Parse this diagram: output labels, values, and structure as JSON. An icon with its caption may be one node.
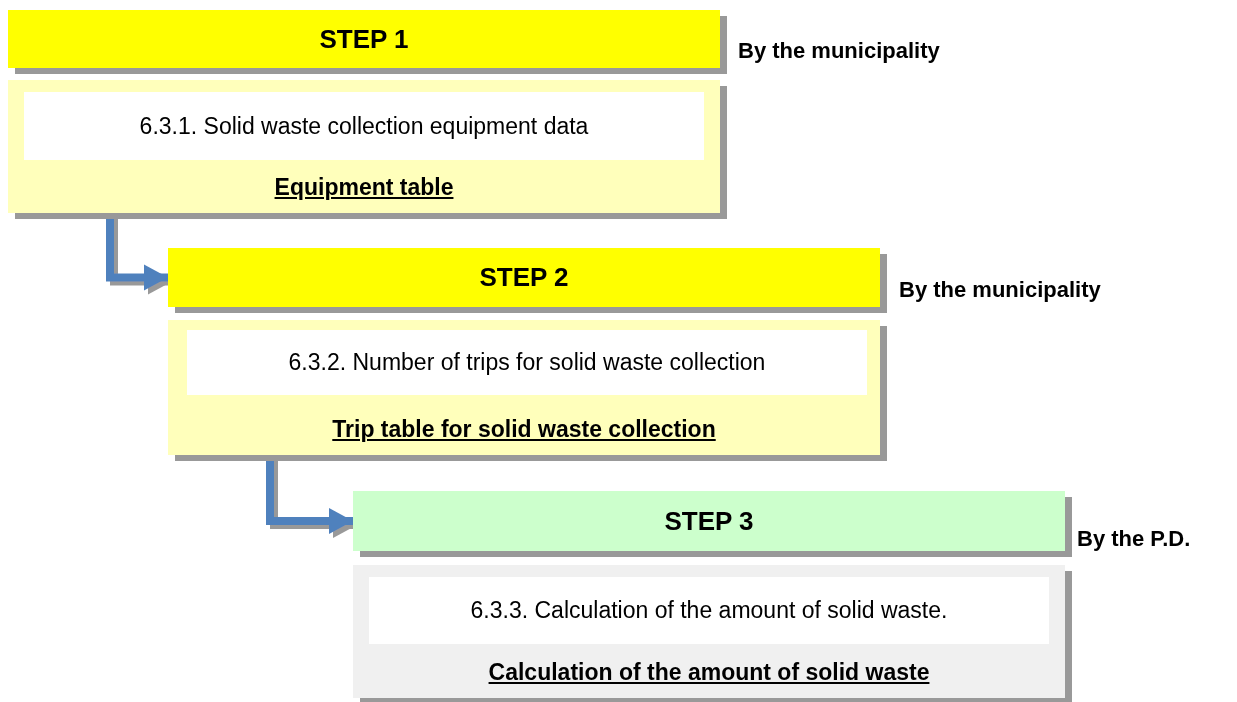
{
  "diagram": {
    "nodes": [
      {
        "text": [
          "STEP 1"
        ],
        "beside": [
          "By the municipality"
        ]
      },
      {
        "text": [
          "Equipment table"
        ]
      },
      {
        "text": [
          "6.3.1. Solid waste collection equipment data"
        ],
        "in": 1
      },
      {
        "text": [
          "STEP 2"
        ],
        "beside": [
          "By the municipality"
        ]
      },
      {
        "text": [
          "Trip table for solid waste collection"
        ]
      },
      {
        "text": [
          "6.3.2. Number of trips for solid waste collection"
        ],
        "in": 4
      },
      {
        "text": [
          "STEP 3"
        ],
        "beside": [
          "By the P.D."
        ]
      },
      {
        "text": [
          "Calculation of the amount of solid waste"
        ]
      },
      {
        "text": [
          "6.3.3. Calculation of the amount of solid waste."
        ],
        "in": 7
      }
    ],
    "edges": [
      {
        "from": 1,
        "to": 3,
        "arrow": "to"
      },
      {
        "from": 4,
        "to": 6,
        "arrow": "to"
      }
    ]
  }
}
